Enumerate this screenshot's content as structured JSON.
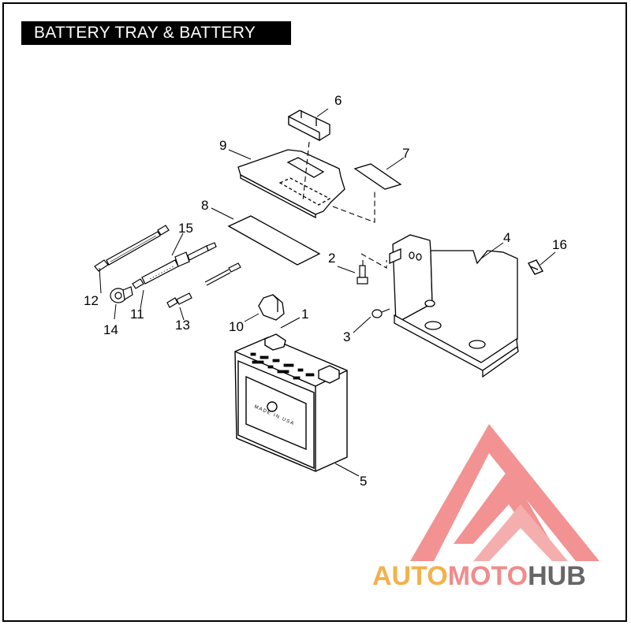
{
  "title": "BATTERY TRAY & BATTERY",
  "battery_label": "MADE IN USA",
  "callouts": [
    {
      "n": "1",
      "label": "1"
    },
    {
      "n": "2",
      "label": "2"
    },
    {
      "n": "3",
      "label": "3"
    },
    {
      "n": "4",
      "label": "4"
    },
    {
      "n": "5",
      "label": "5"
    },
    {
      "n": "6",
      "label": "6"
    },
    {
      "n": "7",
      "label": "7"
    },
    {
      "n": "8",
      "label": "8"
    },
    {
      "n": "9",
      "label": "9"
    },
    {
      "n": "10",
      "label": "10"
    },
    {
      "n": "11",
      "label": "11"
    },
    {
      "n": "12",
      "label": "12"
    },
    {
      "n": "13",
      "label": "13"
    },
    {
      "n": "14",
      "label": "14"
    },
    {
      "n": "15",
      "label": "15"
    },
    {
      "n": "16",
      "label": "16"
    }
  ],
  "watermark": {
    "part1": "AUTO",
    "part2": "MOTO",
    "part3": "HUB",
    "colors": {
      "auto": "#f5b04a",
      "moto": "#f08c8c",
      "hub": "#666666",
      "logo": "#f08080"
    }
  }
}
